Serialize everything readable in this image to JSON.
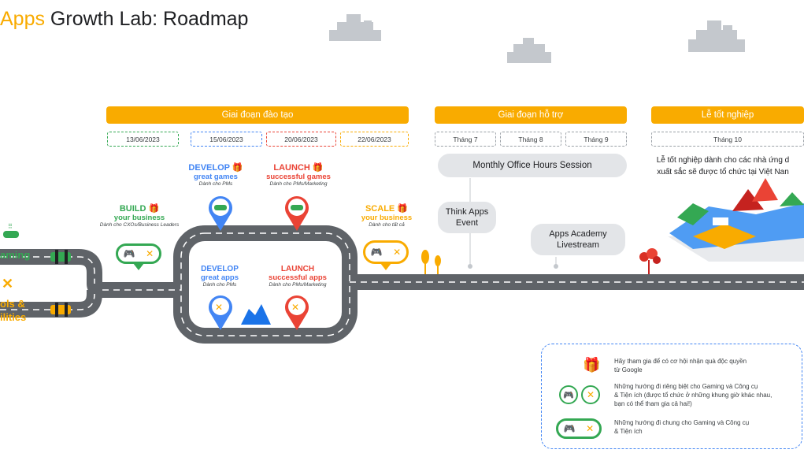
{
  "title": {
    "brand": "Apps",
    "rest": " Growth Lab: Roadmap"
  },
  "phases": [
    {
      "label": "Giai đoạn đào tạo"
    },
    {
      "label": "Giai đoạn hỗ trợ"
    },
    {
      "label": "Lễ tốt nghiệp"
    }
  ],
  "training_dates": [
    "13/06/2023",
    "15/06/2023",
    "20/06/2023",
    "22/06/2023"
  ],
  "support_months": [
    "Tháng 7",
    "Tháng 8",
    "Tháng 9"
  ],
  "graduation_month": "Tháng 10",
  "graduation_note": [
    "Lễ tốt nghiệp dành cho các nhà ứng d",
    "xuất sắc sẽ được tổ chức tại Việt Nan"
  ],
  "events": {
    "office_hours": "Monthly Office Hours Session",
    "think_apps": [
      "Think Apps",
      "Event"
    ],
    "academy": [
      "Apps Academy",
      "Livestream"
    ]
  },
  "stages": {
    "build": {
      "title": "BUILD",
      "sub": "your business",
      "who": "Dành cho CXOs/Business Leaders"
    },
    "develop_games": {
      "title": "DEVELOP",
      "sub": "great games",
      "who": "Dành cho PMs"
    },
    "launch_games": {
      "title": "LAUNCH",
      "sub": "successful games",
      "who": "Dành cho PMs/Marketing"
    },
    "develop_apps": {
      "title": "DEVELOP",
      "sub": "great apps",
      "who": "Dành cho PMs"
    },
    "launch_apps": {
      "title": "LAUNCH",
      "sub": "successful apps",
      "who": "Dành cho PMs/Marketing"
    },
    "scale": {
      "title": "SCALE",
      "sub": "your business",
      "who": "Dành cho tất cả"
    }
  },
  "side": {
    "gaming": "aming",
    "tools": [
      "ols &",
      "ilities"
    ]
  },
  "legend": {
    "gift": [
      "Hãy tham gia để có cơ hội nhận quà độc quyền",
      "từ Google"
    ],
    "separate": [
      "Những hướng đi riêng biệt cho Gaming và Công cụ",
      "& Tiện ích (được tổ chức ở những khung giờ khác nhau,",
      "bạn có thể tham gia cả hai!)"
    ],
    "shared": [
      "Những hướng đi chung cho Gaming và Công cụ",
      "& Tiện ích"
    ]
  },
  "colors": {
    "yellow": "#f9ab00",
    "green": "#34a853",
    "blue": "#4285f4",
    "red": "#ea4335",
    "road": "#5f6368"
  },
  "icons": [
    "gift-icon",
    "gamepad-icon",
    "tools-icon",
    "cloud-icon",
    "tree-icon",
    "car-icon"
  ]
}
